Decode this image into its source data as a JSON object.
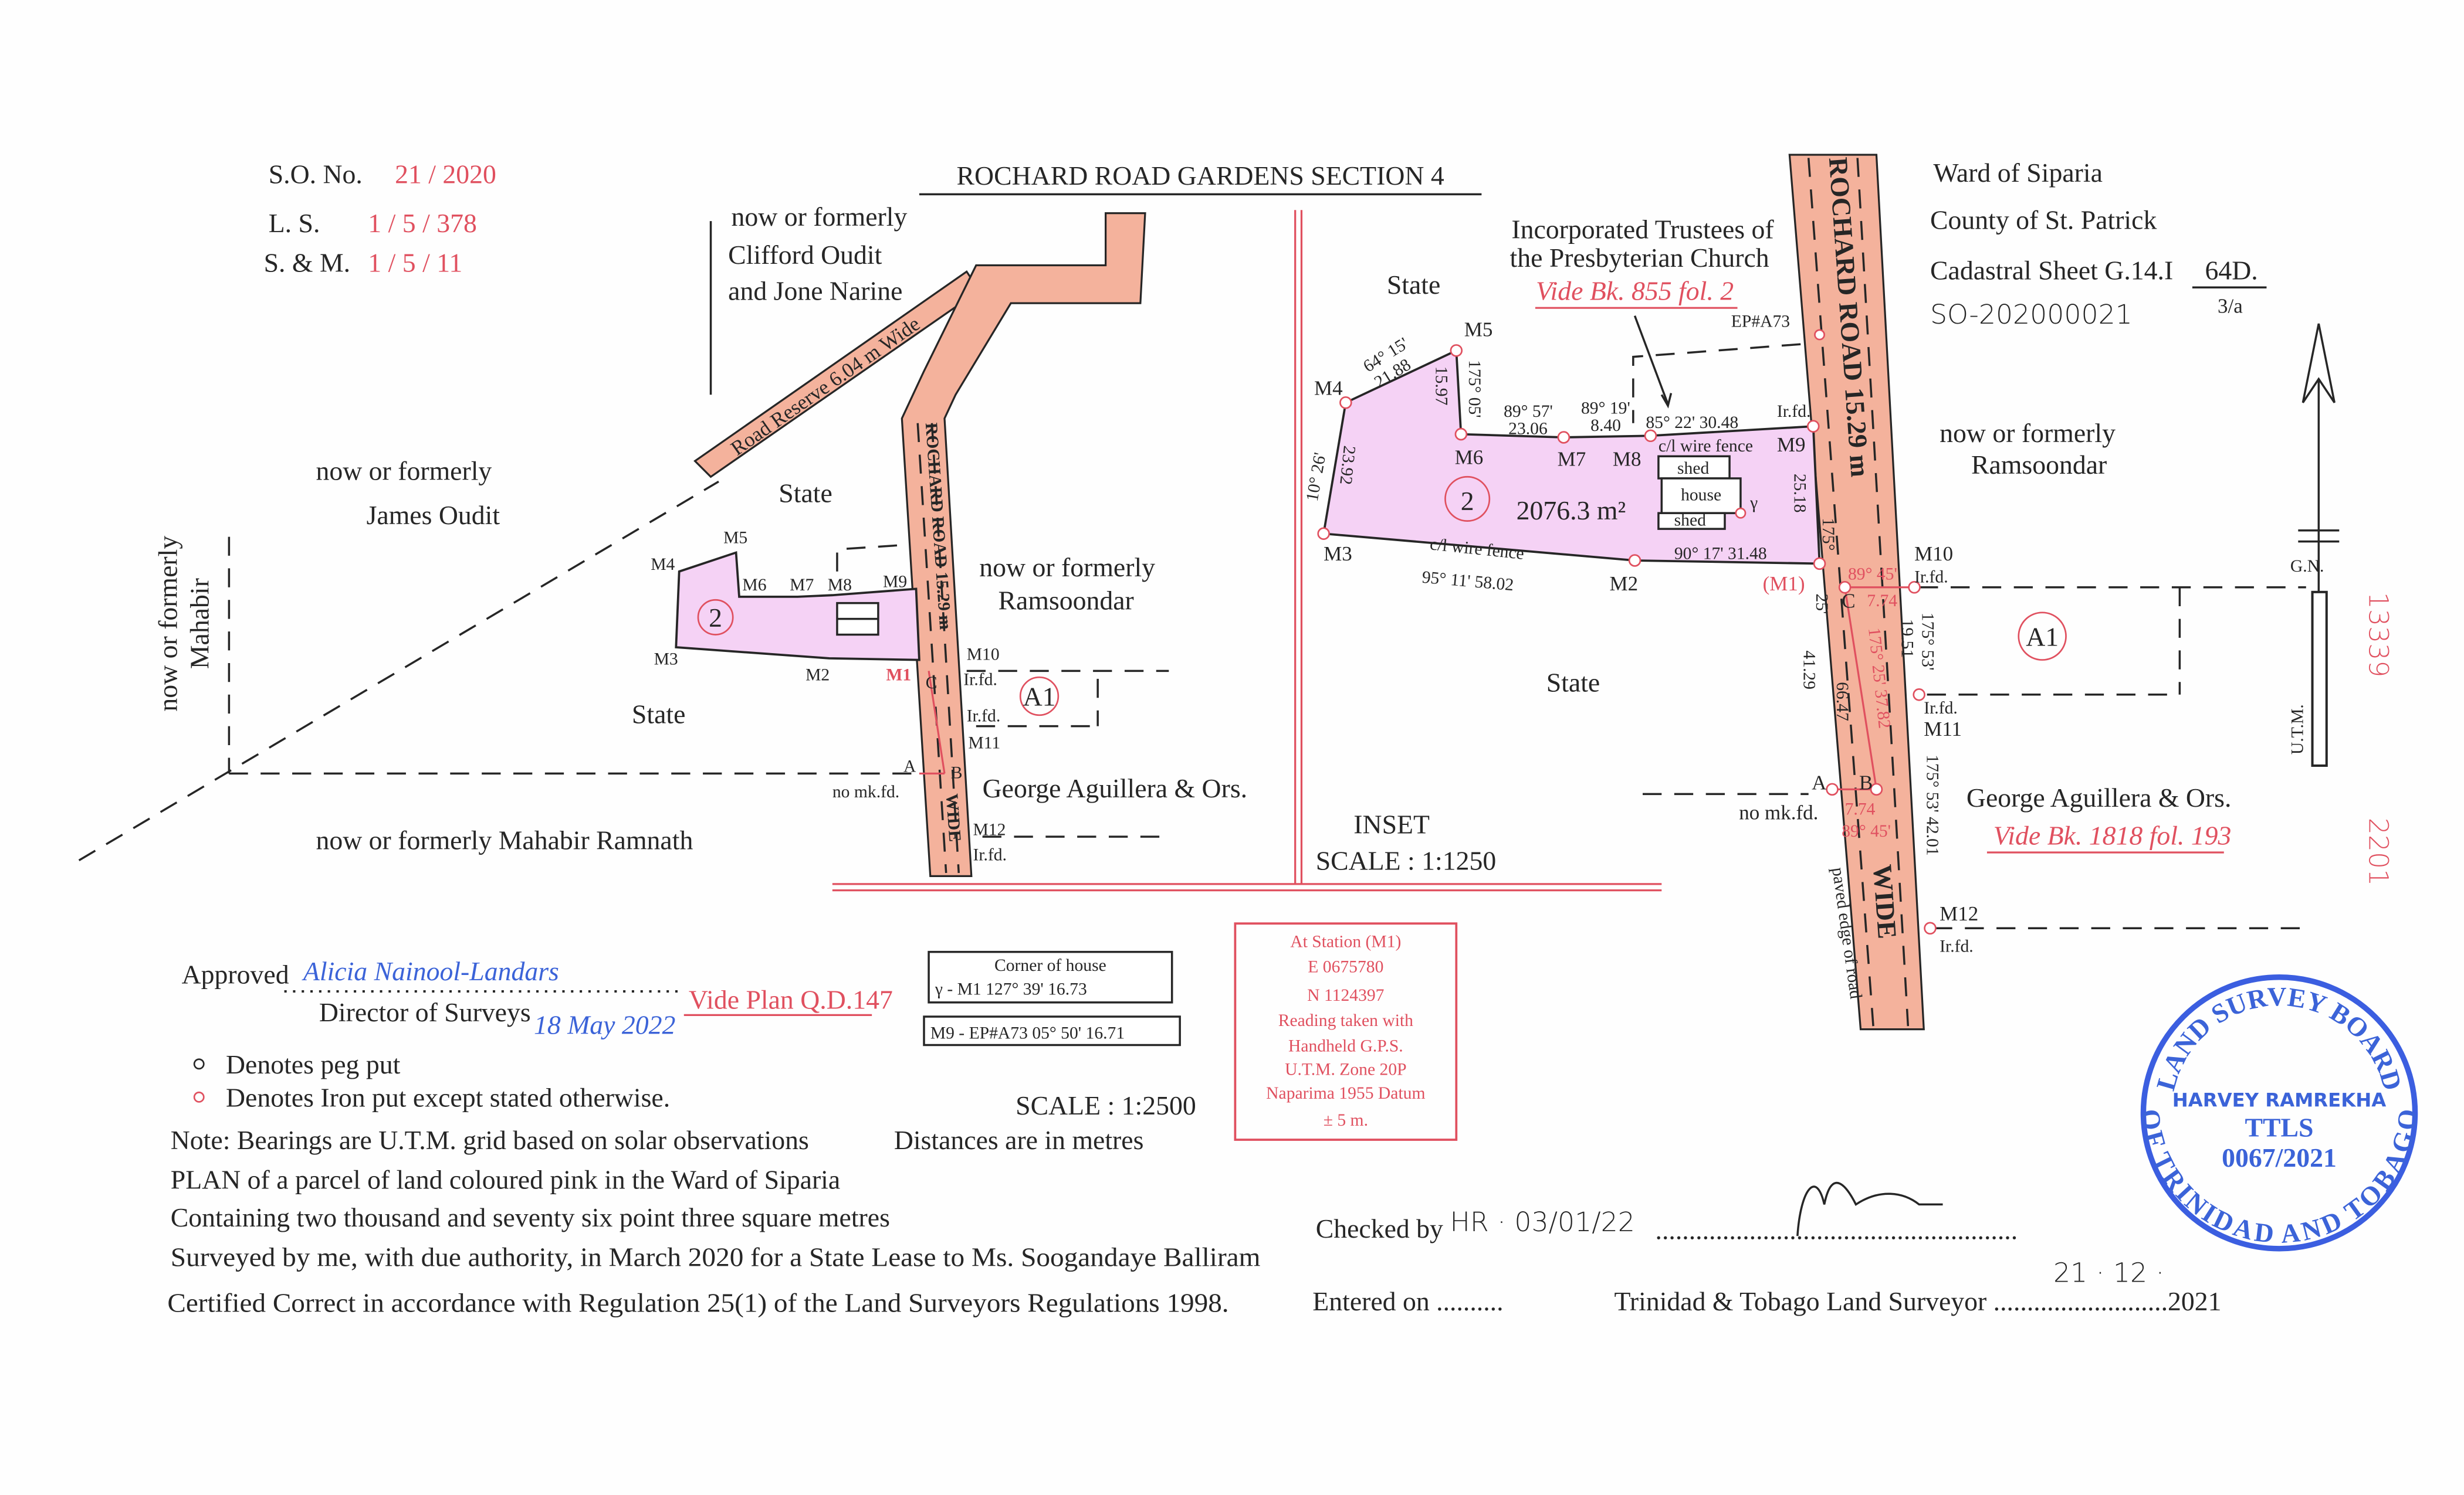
{
  "colors": {
    "red": "#e0505f",
    "road": "#f4b29c",
    "parcel": "#f5d2f5",
    "stamp": "#3b5ee0",
    "ink": "#262626"
  },
  "header": {
    "so_label": "S.O. No.",
    "so_value": "21 / 2020",
    "ls_label": "L. S.",
    "ls_value": "1 / 5 / 378",
    "sm_label": "S. & M.",
    "sm_value": "1 / 5 / 11",
    "title": "ROCHARD ROAD GARDENS SECTION 4"
  },
  "location": {
    "ward": "Ward of Siparia",
    "county": "County of St. Patrick",
    "cadastral_label": "Cadastral Sheet  G.14.I",
    "cadastral_sheet": "64D.",
    "so_handwritten": "SO-202000021",
    "so_fraction": "3/a"
  },
  "key_plan": {
    "nof": "now  or  formerly",
    "clifford": "Clifford Oudit",
    "jone": "and Jone Narine",
    "road_reserve": "Road Reserve 6.04 m Wide",
    "james_nof": "now  or  formerly",
    "james": "James Oudit",
    "mahabir_nof": "now  or  formerly",
    "mahabir": "Mahabir",
    "state_top": "State",
    "state_bottom": "State",
    "ramnath": "now  or  formerly Mahabir Ramnath",
    "ramsoondar_nof": "now  or  formerly",
    "ramsoondar": "Ramsoondar",
    "george": "George Aguillera & Ors.",
    "road_name": "ROCHARD ROAD 15.29 m",
    "road_wide": "WIDE",
    "parcel_no": "2",
    "allotment": "A1",
    "stations": {
      "m1": "M1",
      "m2": "M2",
      "m3": "M3",
      "m4": "M4",
      "m5": "M5",
      "m6": "M6",
      "m7": "M7",
      "m8": "M8",
      "m9": "M9",
      "m10": "M10",
      "m11": "M11",
      "m12": "M12",
      "a": "A",
      "b": "B",
      "c": "C"
    },
    "irfd": "Ir.fd.",
    "no_mark": "no mk.fd."
  },
  "inset": {
    "trustees_1": "Incorporated Trustees of",
    "trustees_2": "the Presbyterian Church",
    "vide_855": "Vide Bk. 855 fol. 2",
    "state_top": "State",
    "state_mid": "State",
    "area": "2076.3 m²",
    "parcel_no": "2",
    "allotment": "A1",
    "ramsoondar_nof": "now  or  formerly",
    "ramsoondar": "Ramsoondar",
    "george": "George Aguillera & Ors.",
    "vide_1818": "Vide Bk. 1818 fol. 193",
    "road_name": "ROCHARD  ROAD  15.29 m",
    "road_wide": "WIDE",
    "ep": "EP#A73",
    "paved": "paved edge of road",
    "inset_label": "INSET",
    "scale": "SCALE : 1:1250",
    "stations": {
      "m1": "(M1)",
      "m2": "M2",
      "m3": "M3",
      "m4": "M4",
      "m5": "M5",
      "m6": "M6",
      "m7": "M7",
      "m8": "M8",
      "m9": "M9",
      "m10": "M10",
      "m11": "M11",
      "m12": "M12",
      "a": "A",
      "b": "B",
      "c": "C"
    },
    "irfd": "Ir.fd.",
    "no_mark": "no mk.fd.",
    "fence_top": "c/l wire fence",
    "fence_bottom": "c/l  wire   fence",
    "shed1": "shed",
    "house": "house",
    "shed2": "shed",
    "gamma": "γ",
    "dims": {
      "m4m5_brg": "64° 15'",
      "m4m5_dist": "21.88",
      "m5m6_brg": "175° 05'",
      "m5m6_dist": "15.97",
      "m6m7_brg": "89° 57'",
      "m6m7_dist": "23.06",
      "m7m8_brg": "89° 19'",
      "m7m8_dist": "8.40",
      "m8m9": "85° 22'  30.48",
      "m9m1_dist": "25.18",
      "m9m1_brg": "175°",
      "m3m4_brg": "10° 26'",
      "m3m4_dist": "23.92",
      "m2m3": "95° 11'  58.02",
      "m1m2": "90° 17'  31.48",
      "m1c_brg": "89° 45'",
      "m1c_dist": "7.74",
      "c_brg": "25'",
      "m10m11": "175° 53'",
      "m10m11_dist": "19.51",
      "d4129": "41.29",
      "d6647": "66.47",
      "cb": "175° 25'  37.82",
      "ab_dist": "7.74",
      "ab_brg": "89° 45'",
      "m11m12": "175° 53'  42.01"
    }
  },
  "north": {
    "gn": "G.N.",
    "utm": "U.T.M."
  },
  "handwritten_refs": [
    "13339",
    "2201"
  ],
  "tie_boxes": {
    "corner_title": "Corner of house",
    "corner_row": "γ  -    M1   127° 39'  16.73",
    "ep_row": "M9 - EP#A73  05°  50'   16.71"
  },
  "gps_box": [
    "At Station (M1)",
    "E 0675780",
    "N 1124397",
    "Reading taken with",
    "Handheld G.P.S.",
    "U.T.M. Zone 20P",
    "Naparima 1955 Datum",
    "± 5 m."
  ],
  "approval": {
    "approved": "Approved",
    "signature": "Alicia Nainool-Landars",
    "director": "Director of Surveys",
    "date": "18 May 2022",
    "vide_plan": "Vide Plan Q.D.147"
  },
  "legend": {
    "peg": "Denotes peg put",
    "iron": "Denotes Iron put except stated otherwise."
  },
  "scale": "SCALE : 1:2500",
  "notes": {
    "bearings": "Note: Bearings are U.T.M. grid based on solar observations",
    "distances": "Distances are in metres",
    "plan": "PLAN of a parcel of land coloured pink in the Ward of Siparia",
    "containing": "Containing two thousand and seventy six point three square metres",
    "surveyed": "Surveyed by me, with due authority, in March 2020 for a State Lease to Ms. Soogandaye Balliram",
    "certified": "Certified Correct in accordance with Regulation 25(1) of the Land Surveyors Regulations 1998."
  },
  "signoff": {
    "checked": "Checked by",
    "checked_hw": "HR · 03/01/22",
    "checked_dots": "......................................................",
    "entered": "Entered on ..........",
    "surveyor": "Trinidad & Tobago  Land Surveyor ..........................2021",
    "surveyor_date": "21 · 12 ·"
  },
  "stamp": {
    "top": "LAND SURVEY BOARD",
    "bottom": "OF TRINIDAD AND TOBAGO",
    "name": "HARVEY RAMREKHA",
    "ttls": "TTLS",
    "number": "0067/2021"
  }
}
